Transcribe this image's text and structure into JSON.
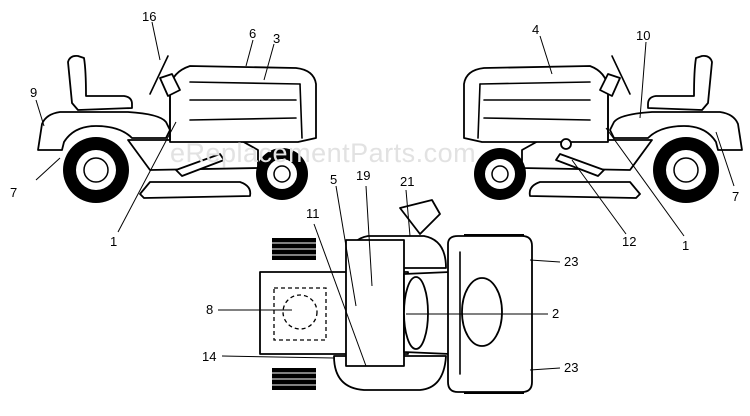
{
  "watermark": "eReplacementParts.com",
  "callouts": {
    "c16": "16",
    "c6": "6",
    "c3": "3",
    "c9": "9",
    "c7_left": "7",
    "c1_left": "1",
    "c4": "4",
    "c10": "10",
    "c7_right": "7",
    "c12": "12",
    "c1_right": "1",
    "c5": "5",
    "c19": "19",
    "c21": "21",
    "c11": "11",
    "c8": "8",
    "c2": "2",
    "c14": "14",
    "c23_top": "23",
    "c23_bottom": "23"
  }
}
